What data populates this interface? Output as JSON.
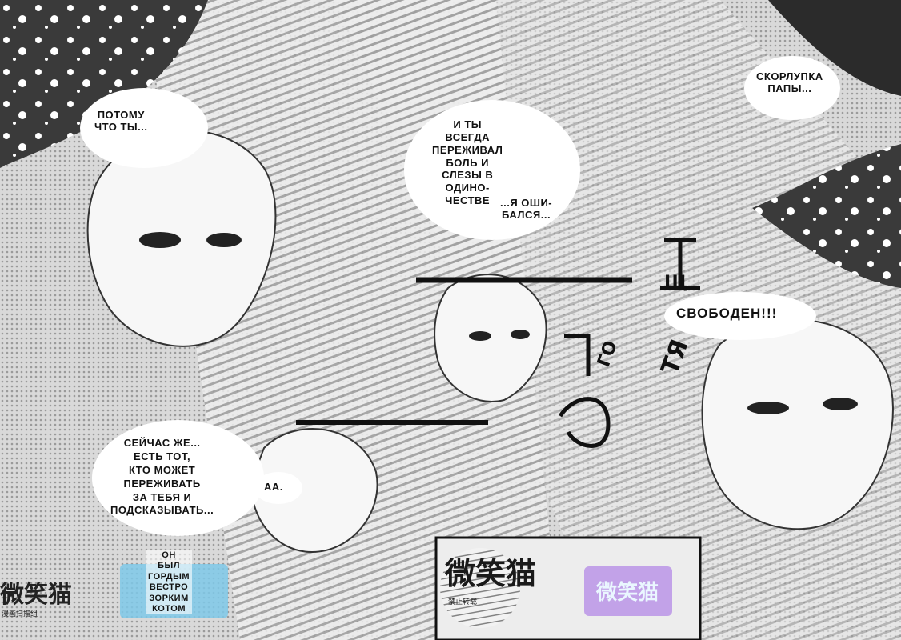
{
  "dialogue": {
    "left_top": [
      "ПОТОМУ",
      "ЧТО ТЫ..."
    ],
    "center_top": [
      "И ТЫ",
      "ВСЕГДА",
      "ПЕРЕЖИВАЛ",
      "БОЛЬ И",
      "СЛЕЗЫ В",
      "ОДИНО-",
      "ЧЕСТВЕ"
    ],
    "center_mistake": [
      "...Я ОШИ-",
      "БАЛСЯ..."
    ],
    "right_top": [
      "СКОРЛУПКА",
      "ПАПЫ..."
    ],
    "free": "СВОБОДЕН!!!",
    "left_bottom": [
      "СЕЙЧАС ЖЕ...",
      "ЕСТЬ ТОТ,",
      "КТО МОЖЕТ",
      "ПЕРЕЖИВАТЬ",
      "ЗА ТЕБЯ И",
      "ПОДСКАЗЫВАТЬ..."
    ],
    "aa": "АА.",
    "footer_note": [
      "ОН",
      "БЫЛ",
      "ГОРДЫМ",
      "ВЕСТРО",
      "ЗОРКИМ",
      "КОТОМ"
    ]
  },
  "sfx": [
    "ТЯ",
    "ГО",
    "Щ"
  ],
  "watermarks": [
    {
      "logo": "微笑猫",
      "sub": "漫画扫描组"
    },
    {
      "logo": "微笑猫",
      "sub": "禁止转载"
    },
    {
      "logo": "微笑猫"
    }
  ],
  "colors": {
    "ink": "#111111",
    "screentone": "#bdbdbd",
    "paper": "#ffffff",
    "watermark_blue": "#7ec8e8",
    "watermark_purple": "#b388e6"
  }
}
